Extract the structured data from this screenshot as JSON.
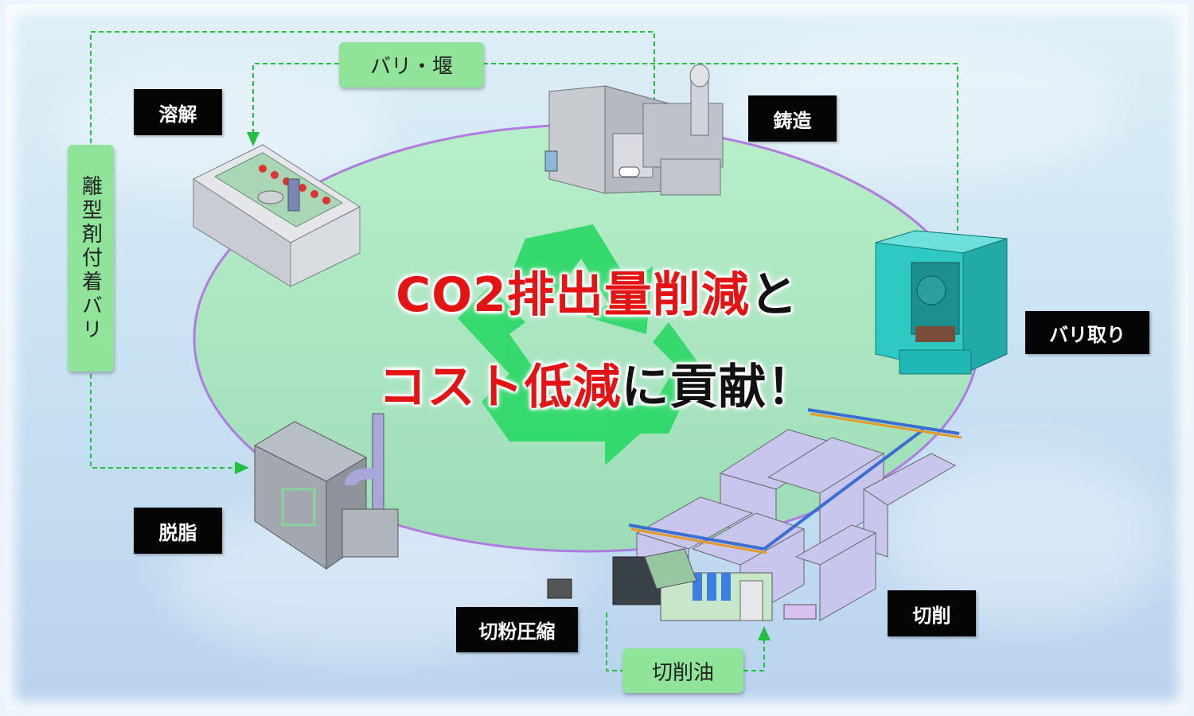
{
  "headline": {
    "line1_red": "CO2排出量削減",
    "line1_black": "と",
    "line2_red": "コスト低減",
    "line2_black": "に貢献！"
  },
  "process_labels": {
    "melting": "溶解",
    "casting": "鋳造",
    "deburring": "バリ取り",
    "machining": "切削",
    "chip_compression": "切粉圧縮",
    "degreasing": "脱脂"
  },
  "flow_labels": {
    "burr_runner": "バリ・堰",
    "release_agent_burr": "離型剤付着バリ",
    "cutting_oil": "切削油"
  },
  "colors": {
    "headline_red": "#e41414",
    "flow_green": "#8fe49a",
    "ellipse_fill": "#a9e6c0",
    "ellipse_stroke": "#b07be0",
    "recycle_green": "#2fd96a",
    "dashed_line": "#22c040"
  },
  "icons": [
    "recycle-icon"
  ]
}
